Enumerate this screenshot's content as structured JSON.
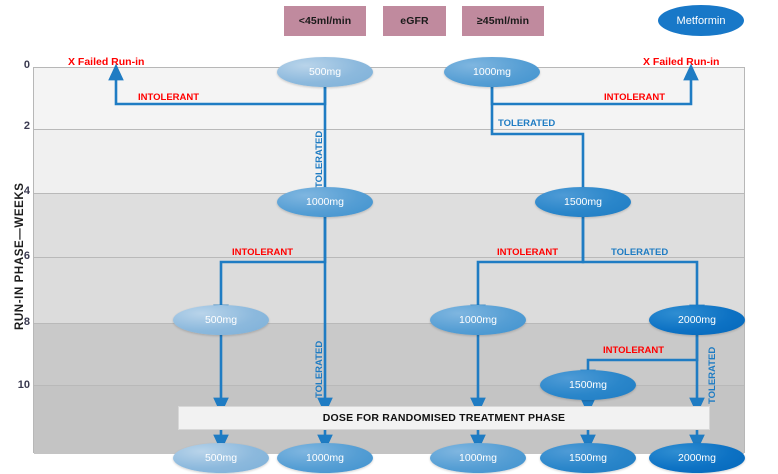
{
  "legend": {
    "egfr_low": "<45ml/min",
    "egfr_mid": "eGFR",
    "egfr_high": "≥45ml/min",
    "drug": "Metformin",
    "colors": {
      "legend_box": "#c08a9e",
      "drug_pill": "#1878c8",
      "intolerant": "#ff0000",
      "tolerated": "#1f7cc3",
      "connector": "#1f7cc3"
    }
  },
  "axis": {
    "title": "RUN-IN PHASE—WEEKS",
    "ticks": [
      "0",
      "2",
      "4",
      "6",
      "8",
      "10"
    ]
  },
  "flags": {
    "left_failed": "X Failed Run-in",
    "right_failed": "X Failed Run-in"
  },
  "labels": {
    "intolerant": "INTOLERANT",
    "tolerated": "TOLERATED"
  },
  "nodes": [
    {
      "id": "n1",
      "dose": "500mg",
      "tier": "500"
    },
    {
      "id": "n2",
      "dose": "1000mg",
      "tier": "1000"
    },
    {
      "id": "n3",
      "dose": "1000mg",
      "tier": "1000"
    },
    {
      "id": "n4",
      "dose": "1500mg",
      "tier": "1500"
    },
    {
      "id": "n5",
      "dose": "500mg",
      "tier": "500"
    },
    {
      "id": "n6",
      "dose": "1000mg",
      "tier": "1000"
    },
    {
      "id": "n7",
      "dose": "2000mg",
      "tier": "2000"
    },
    {
      "id": "n8",
      "dose": "1500mg",
      "tier": "1500"
    },
    {
      "id": "f1",
      "dose": "500mg",
      "tier": "500"
    },
    {
      "id": "f2",
      "dose": "1000mg",
      "tier": "1000"
    },
    {
      "id": "f3",
      "dose": "1000mg",
      "tier": "1000"
    },
    {
      "id": "f4",
      "dose": "1500mg",
      "tier": "1500"
    },
    {
      "id": "f5",
      "dose": "2000mg",
      "tier": "2000"
    }
  ],
  "dose_bar": {
    "text": "DOSE FOR RANDOMISED TREATMENT PHASE"
  },
  "connector_labels": {
    "l_intol_top": "INTOLERANT",
    "r_intol_top": "INTOLERANT",
    "l_tol_top": "TOLERATED",
    "r_tol_top": "TOLERATED",
    "l_intol_mid": "INTOLERANT",
    "m_intol_mid": "INTOLERANT",
    "r_tol_mid": "TOLERATED",
    "r_intol_low": "INTOLERANT",
    "l_tol_long": "TOLERATED",
    "r_tol_low": "TOLERATED"
  }
}
